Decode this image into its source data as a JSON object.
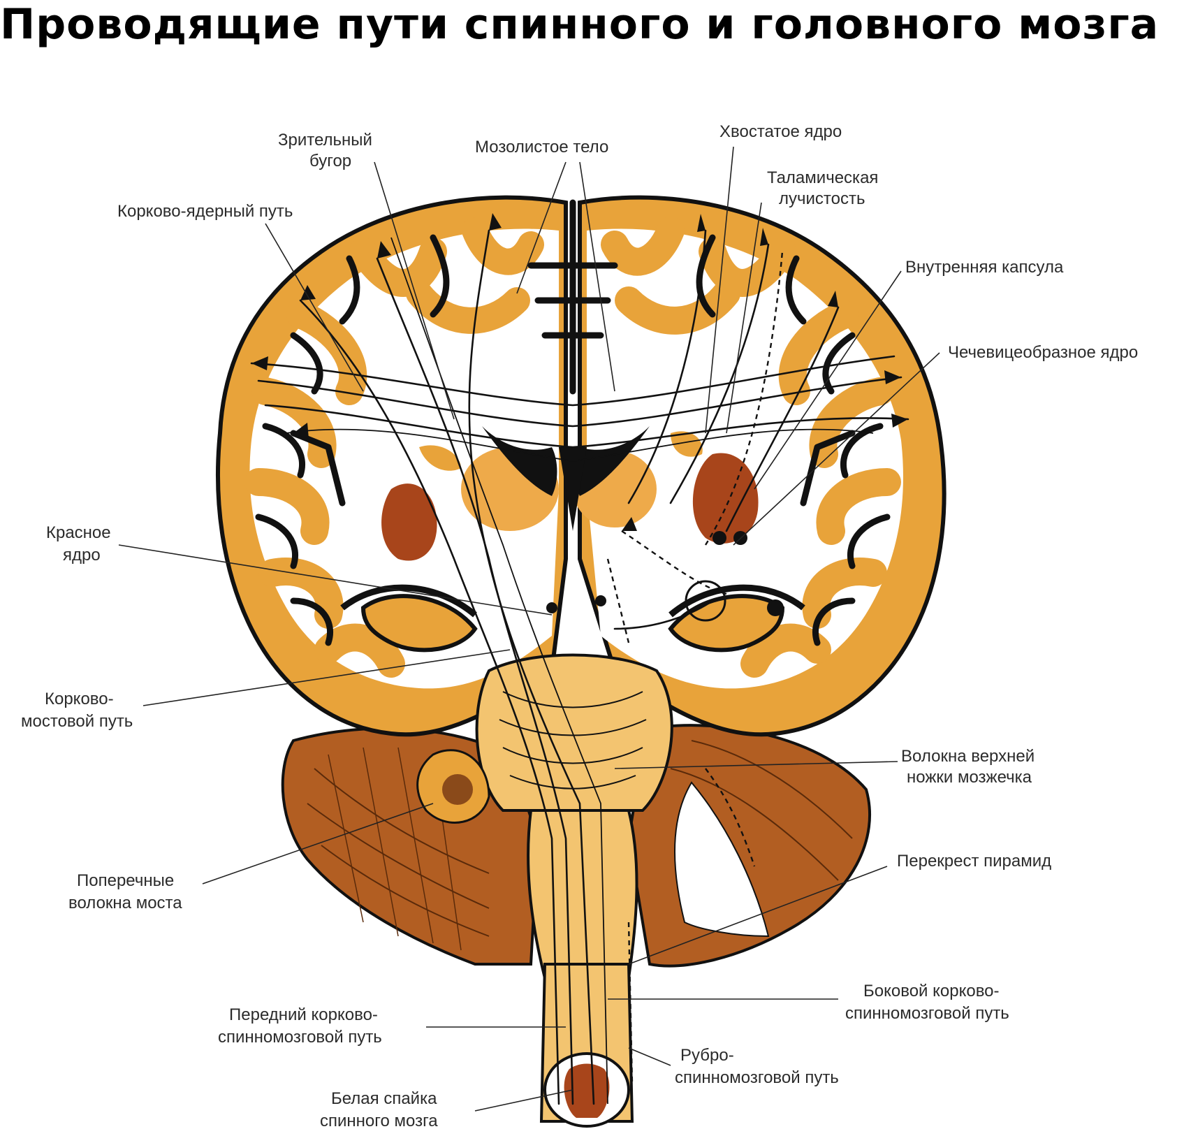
{
  "title": "Проводящие пути спинного и головного мозга",
  "colors": {
    "cortex": "#E8A33A",
    "white_matter": "#FFFFFF",
    "nucleus_light": "#EEAA4A",
    "nucleus_dark": "#A8451B",
    "cerebellum": "#9A4A1A",
    "brainstem": "#F3C470",
    "outline": "#111111"
  },
  "labels": {
    "optic_thalamus": [
      "Зрительный",
      "бугор"
    ],
    "corpus_callosum": "Мозолистое тело",
    "caudate_nucleus": "Хвостатое ядро",
    "thalamic_radiation": [
      "Таламическая",
      "лучистость"
    ],
    "corticonuclear_tract": "Корково-ядерный путь",
    "internal_capsule": "Внутренняя капсула",
    "lentiform_nucleus": "Чечевицеобразное ядро",
    "red_nucleus": [
      "Красное",
      "ядро"
    ],
    "corticopontine_tract": [
      "Корково-",
      "мостовой путь"
    ],
    "superior_peduncle_fibers": [
      "Волокна верхней",
      "ножки мозжечка"
    ],
    "transverse_pontine_fibers": [
      "Поперечные",
      "волокна моста"
    ],
    "pyramidal_decussation": "Перекрест пирамид",
    "lateral_corticospinal": [
      "Боковой корково-",
      "спинномозговой путь"
    ],
    "anterior_corticospinal": [
      "Передний корково-",
      "спинномозговой путь"
    ],
    "rubrospinal": [
      "Рубро-",
      "спинномозговой путь"
    ],
    "white_commissure": [
      "Белая спайка",
      "спинного мозга"
    ]
  }
}
